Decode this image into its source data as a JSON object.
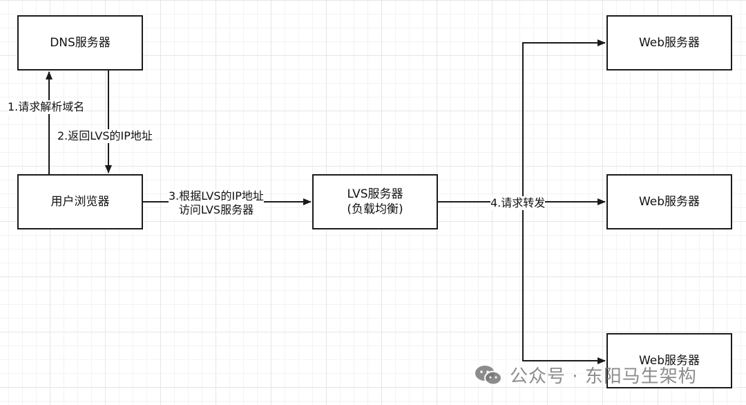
{
  "nodes": {
    "dns": "DNS服务器",
    "browser": "用户浏览器",
    "lvs_line1": "LVS服务器",
    "lvs_line2": "(负载均衡)",
    "web1": "Web服务器",
    "web2": "Web服务器",
    "web3": "Web服务器"
  },
  "edges": {
    "step1": "1.请求解析域名",
    "step2": "2.返回LVS的IP地址",
    "step3_line1": "3.根据LVS的IP地址",
    "step3_line2": "访问LVS服务器",
    "step4": "4.请求转发"
  },
  "watermark": {
    "text": "公众号 · 东阳马生架构",
    "icon": "wechat-icon"
  },
  "colors": {
    "line": "#1a1a1a",
    "grid": "#e6e6e6",
    "watermark": "#787878"
  }
}
